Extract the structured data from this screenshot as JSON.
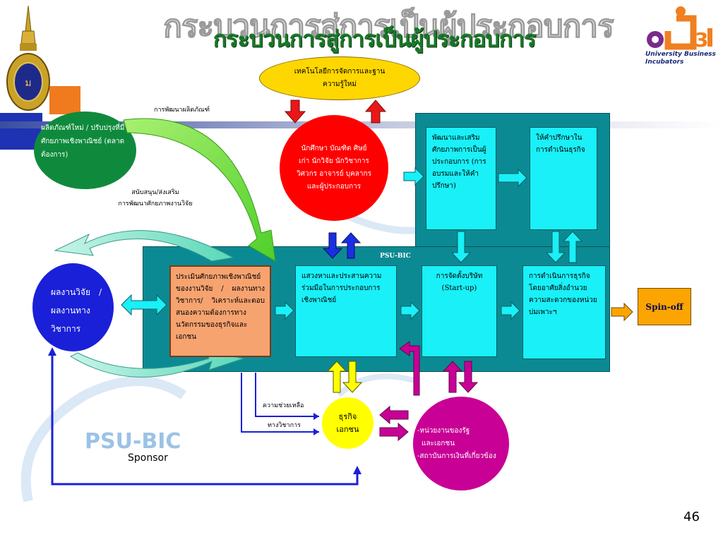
{
  "title": "กระบวนการสู่การเป็นผู้ประกอบการ",
  "logo": {
    "left_emblem": "royal-emblem",
    "right_line1": "University Business",
    "right_line2": "Incubators"
  },
  "nodes": {
    "tech": "เทคโนโลยีการจัดการและฐานความรู้ใหม่",
    "people": "นักศึกษา บัณฑิต ศิษย์เก่า นักวิจัย นักวิชาการ วิศวกร อาจารย์ บุคลากร และผู้ประกอบการ",
    "product": "ผลิตภัณฑ์ใหม่ / ปรับปรุงที่มีศักยภาพเชิงพาณิชย์ (ตลาดต้องการ)",
    "research": "ผลงานวิจัย / ผลงานทางวิชาการ",
    "evaluate": "ประเมินศักยภาพเชิงพาณิชย์ของงานวิจัย / ผลงานทางวิชาการ/ วิเคราะห์และตอบสนองความต้องการทางนวัตกรรมของธุรกิจและเอกชน",
    "develop": "พัฒนาและเสริมศักยภาพการเป็นผู้ประกอบการ (การอบรมและให้คำปรึกษา)",
    "consult": "ให้คำปรึกษาในการดำเนินธุรกิจ",
    "search": "แสวงหาและประสานความร่วมมือในการประกอบการเชิงพาณิชย์",
    "company_line1": "การจัดตั้งบริษัท",
    "company_line2": "(Start-up)",
    "operate": "การดำเนินการธุรกิจโดยอาศัยสิ่งอำนวยความสะดวกของหน่วยบ่มเพาะฯ",
    "spinoff": "Spin-off",
    "business": "ธุรกิจเอกชน",
    "gov_line1": "-หน่วยงานของรัฐ",
    "gov_line2": "และเอกชน",
    "gov_line3": "-สถาบันการเงินที่เกี่ยวข้อง",
    "psu_bic_center": "PSU-BIC"
  },
  "labels": {
    "product_dev": "การพัฒนาผลิตภัณฑ์",
    "support_line1": "สนับสนุน/ส่งเสริม",
    "support_line2": "การพัฒนาศักยภาพงานวิจัย",
    "help": "ความช่วยเหลือ",
    "academic": "ทางวิชาการ"
  },
  "footer": {
    "watermark": "PSU-BIC",
    "sponsor": "Sponsor",
    "page_number": "46"
  },
  "colors": {
    "panel_teal": "#0c8a93",
    "box_cyan": "#19f0f7",
    "box_orange": "#f7a370",
    "people_red": "#ff0000",
    "research_blue": "#1a20d8",
    "tech_yellow": "#ffd700",
    "biz_yellow": "#ffff00",
    "gov_magenta": "#c80096",
    "spinoff_orange": "#fca500",
    "title_green": "#1a7a2a",
    "product_green": "#0f8a3c"
  }
}
